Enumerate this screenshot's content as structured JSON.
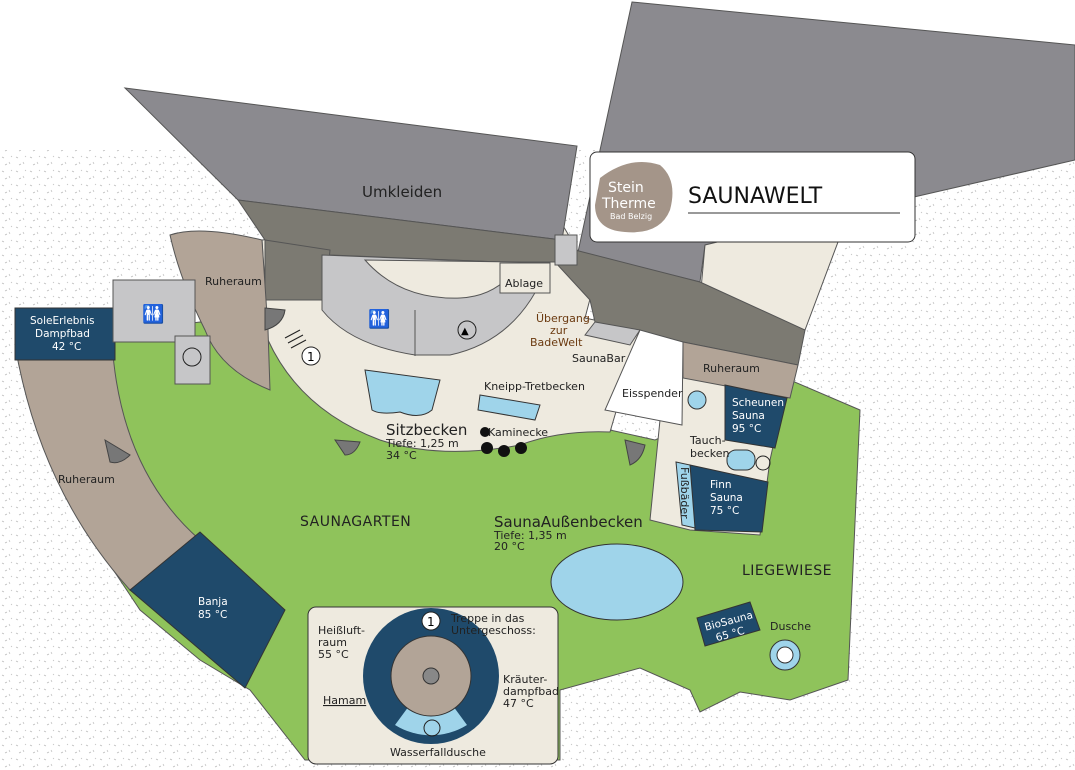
{
  "header": {
    "logo_line1": "Stein",
    "logo_line2": "Therme",
    "logo_line3": "Bad Belzig",
    "title": "SAUNAWELT"
  },
  "labels": {
    "umkleiden": "Umkleiden",
    "ruheraum_top": "Ruheraum",
    "sole": [
      "SoleErlebnis",
      "Dampfbad",
      "42 °C"
    ],
    "ruheraum_left": "Ruheraum",
    "banja": [
      "Banja",
      "85 °C"
    ],
    "saunagarten": "SAUNAGARTEN",
    "sitzbecken": {
      "name": "Sitzbecken",
      "depth": "Tiefe: 1,25 m",
      "temp": "34 °C"
    },
    "kneipp": "Kneipp-Tretbecken",
    "kaminecke": "Kaminecke",
    "ablage": "Ablage",
    "uebergang": [
      "Übergang",
      "zur",
      "BadeWelt"
    ],
    "saunabar": "SaunaBar",
    "eisspender": "Eisspender",
    "ruheraum_right": "Ruheraum",
    "scheunen": [
      "Scheunen",
      "Sauna",
      "95 °C"
    ],
    "tauchbecken": [
      "Tauch-",
      "becken"
    ],
    "fussbaeder": "Fußbäder",
    "finn": [
      "Finn",
      "Sauna",
      "75 °C"
    ],
    "aussenbecken": {
      "name": "SaunaAußenbecken",
      "depth": "Tiefe: 1,35 m",
      "temp": "20 °C"
    },
    "liegewiese": "LIEGEWIESE",
    "biosauna": [
      "BioSauna",
      "65 °C"
    ],
    "dusche": "Dusche",
    "stairs_marker": "1"
  },
  "inset": {
    "marker": "1",
    "treppe": [
      "Treppe in das",
      "Untergeschoss:"
    ],
    "heissluft": [
      "Heißluft-",
      "raum",
      "55 °C"
    ],
    "hamam": "Hamam",
    "kraeuter": [
      "Kräuter-",
      "dampfbad",
      "47 °C"
    ],
    "wasserfall": "Wasserfalldusche"
  },
  "colors": {
    "green": "#8fc35b",
    "building": "#8b8a8f",
    "dark": "#7c7a72",
    "beige": "#eeeadf",
    "taupe": "#b2a497",
    "navy": "#1f4a6b",
    "water": "#9fd4ea"
  }
}
